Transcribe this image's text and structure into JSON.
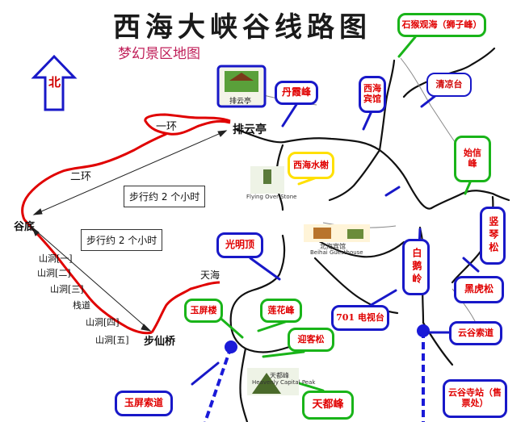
{
  "title": "西海大峡谷线路图",
  "subtitle": "梦幻景区地图",
  "compass": {
    "label": "北"
  },
  "colors": {
    "route": "#e00000",
    "road": "#111111",
    "cable": "#1a1ad8",
    "callout_blue": "#1818c8",
    "callout_green": "#19b419",
    "callout_yellow": "#ffe000"
  },
  "map_labels": {
    "ring1": "一环",
    "ring2": "二环",
    "paiyun": "排云亭",
    "gudi": "谷底",
    "cave1": "山洞[一]",
    "cave2": "山洞[二]",
    "cave3": "山洞[三]",
    "plank": "栈道",
    "cave4": "山洞[四]",
    "cave5": "山洞[五]",
    "buxianqiao": "步仙桥",
    "tianhai": "天海",
    "walk_note_1": "步行约 2 个小时",
    "walk_note_2": "步行约 2 个小时"
  },
  "callouts": {
    "shihou": "石猴观海（狮子峰）",
    "danxia": "丹霞峰",
    "xihai_hotel": "西海宾馆",
    "qingliang": "清凉台",
    "shixin": "始信峰",
    "xihai_shuixie": "西海水榭",
    "shuqin": "竖琴松",
    "guangming": "光明顶",
    "bai_e": "白鹅岭",
    "heihu": "黑虎松",
    "yuping_lou": "玉屏楼",
    "lianhua": "莲花峰",
    "tv_tower": "701 电视台",
    "yingke": "迎客松",
    "yungu_cable": "云谷索道",
    "yuping_cable": "玉屏索道",
    "tiandu": "天都峰",
    "yungu_temple": "云谷寺站（售票处）"
  },
  "photo_captions": {
    "paiyun_pavilion": "排云亭",
    "flying_stone": "Flying Over Stone",
    "beihai_cn": "北海宾馆",
    "beihai_en": "Beihai Guesthouse",
    "tiandu_cn": "天都峰",
    "tiandu_en": "Heavenly Capital Peak"
  }
}
